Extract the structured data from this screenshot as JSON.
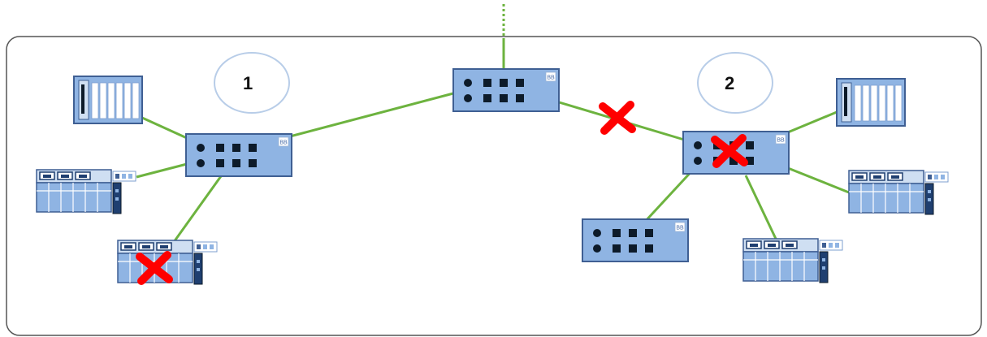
{
  "colors": {
    "link": "#6db33f",
    "device_fill": "#8fb4e3",
    "device_stroke": "#3f5f93",
    "port_dark": "#0d1b2a",
    "cross": "#ff0000",
    "frame": "#555555",
    "circle": "#b8cde8"
  },
  "icons": {
    "switch": "network-switch-icon",
    "plc": "plc-rack-icon",
    "io": "io-module-icon",
    "failure": "red-x-cross-icon"
  },
  "labels": {
    "zone_1": "1",
    "zone_2": "2",
    "switch_tag": "BB"
  }
}
